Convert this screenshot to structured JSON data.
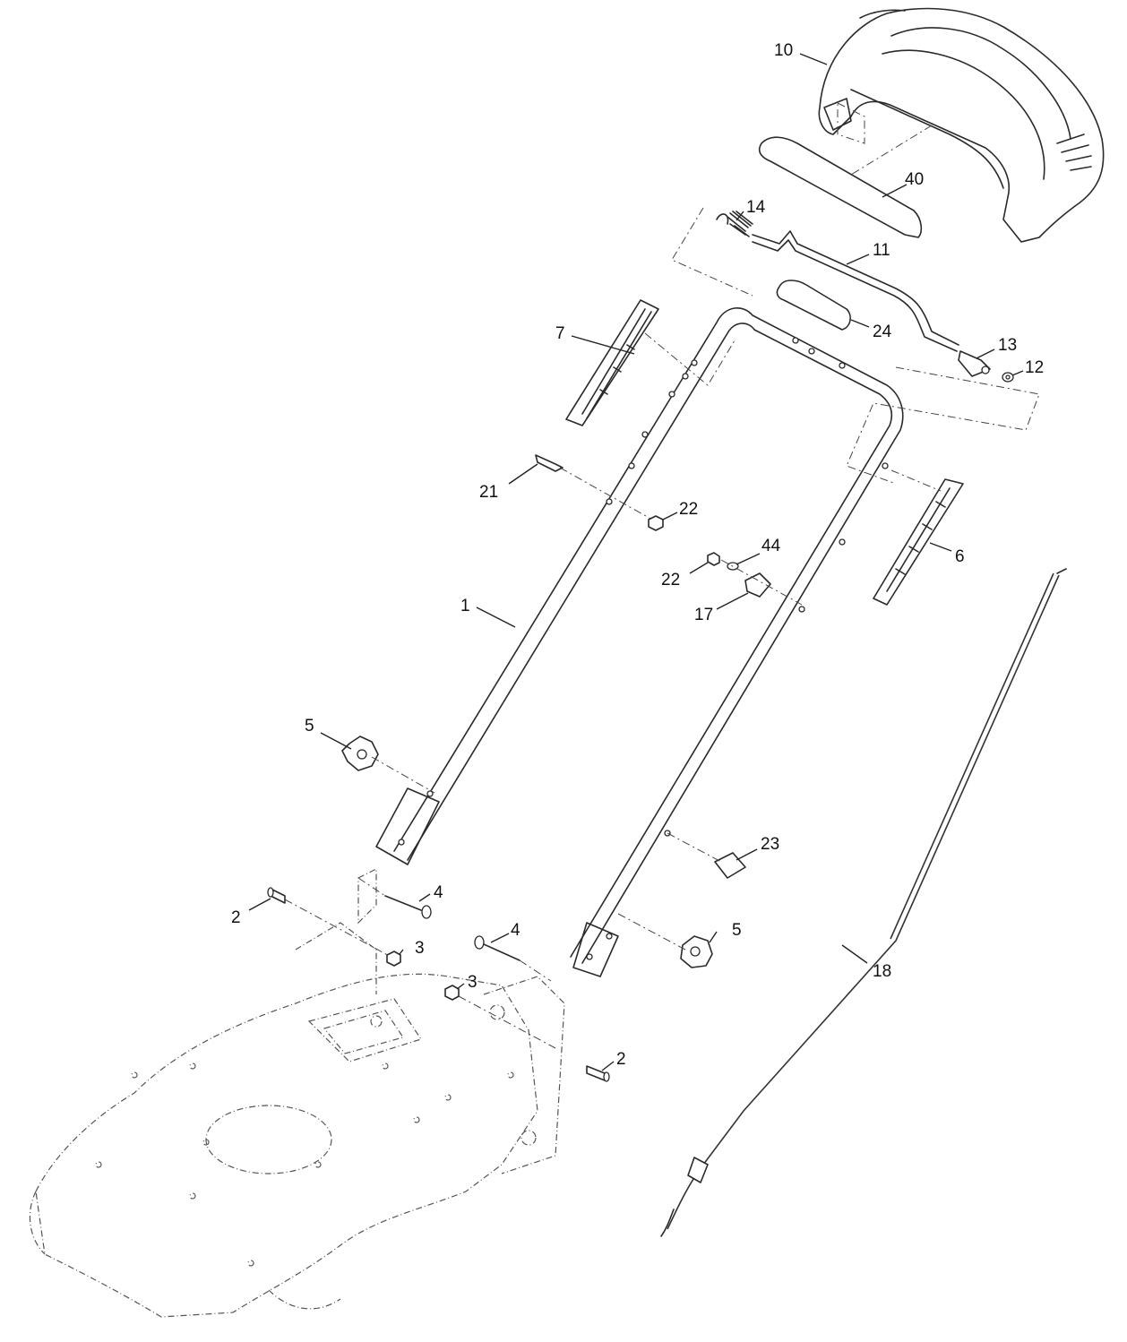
{
  "diagram": {
    "callouts": {
      "c1": "1",
      "c2a": "2",
      "c2b": "2",
      "c3a": "3",
      "c3b": "3",
      "c4a": "4",
      "c4b": "4",
      "c5a": "5",
      "c5b": "5",
      "c6": "6",
      "c7": "7",
      "c10": "10",
      "c11": "11",
      "c12": "12",
      "c13": "13",
      "c14": "14",
      "c17": "17",
      "c18": "18",
      "c21": "21",
      "c22a": "22",
      "c22b": "22",
      "c23": "23",
      "c24": "24",
      "c40": "40",
      "c44": "44"
    }
  },
  "colors": {
    "line": "#2a2a2a",
    "background": "#ffffff"
  }
}
